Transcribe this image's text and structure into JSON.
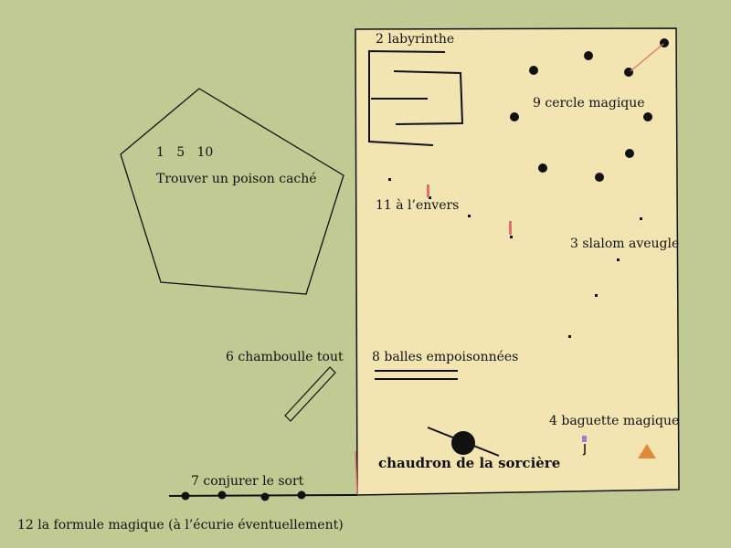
{
  "colors": {
    "background": "#c1ca93",
    "arena": "#f2e5b2",
    "stroke": "#111111",
    "red_mark": "#e07070",
    "triangle": "#e08a3c",
    "purple_mark": "#9a7ee0"
  },
  "labels": {
    "labyrinthe": "2 labyrinthe",
    "cercle_magique": "9 cercle magique",
    "numbers_row": "1   5   10",
    "poison": "Trouver un poison caché",
    "a_l_envers": "11 à l’envers",
    "slalom": "3 slalom aveugle",
    "chamboule": "6 chamboulle tout",
    "balles": "8 balles empoisonnées",
    "baguette": "4 baguette magique",
    "chaudron": "chaudron de la sorcière",
    "conjurer": "7 conjurer le sort",
    "formule": "12 la formule magique (à l’écurie éventuellement)"
  },
  "icons": {
    "triangle": "orange-triangle-icon",
    "cauldron": "cauldron-icon",
    "wand": "wand-icon"
  }
}
